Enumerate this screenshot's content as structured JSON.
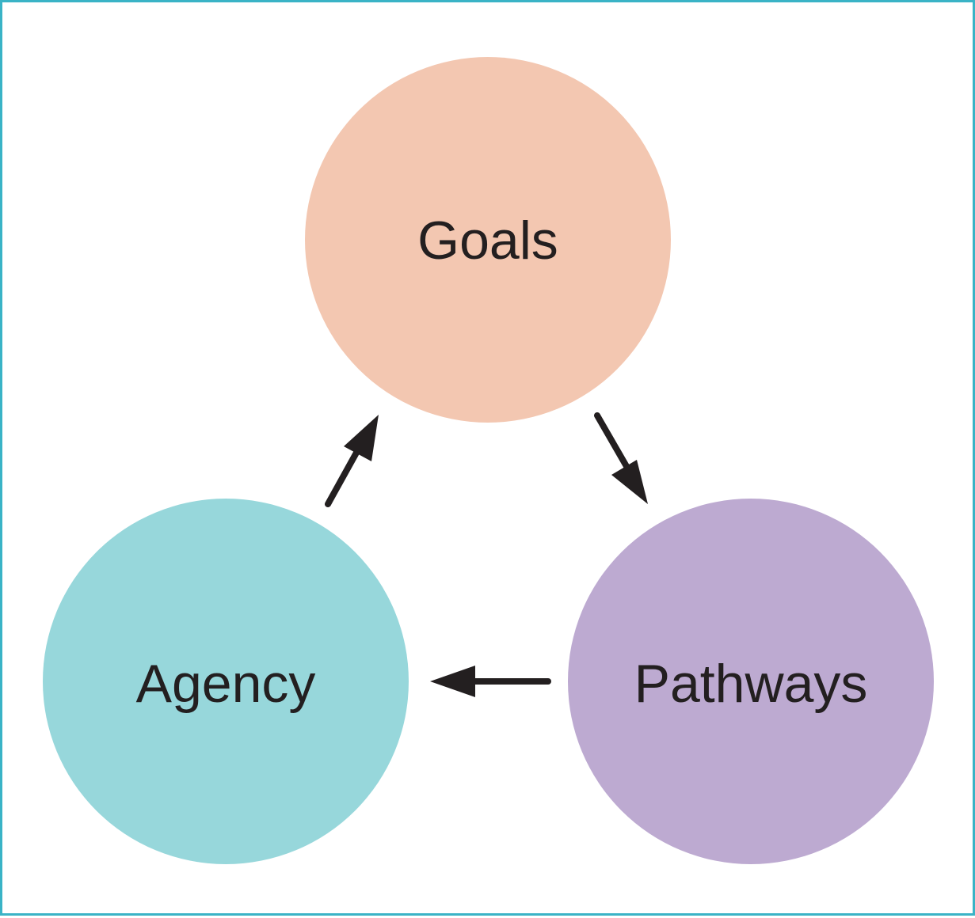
{
  "diagram": {
    "frame_color": "#3ab3c6",
    "arrow_color": "#231f20",
    "text_color": "#231f20",
    "nodes": [
      {
        "id": "goals",
        "label": "Goals",
        "color": "#f3c7b1"
      },
      {
        "id": "pathways",
        "label": "Pathways",
        "color": "#bdaad1"
      },
      {
        "id": "agency",
        "label": "Agency",
        "color": "#97d7db"
      }
    ],
    "edges": [
      {
        "from": "goals",
        "to": "pathways"
      },
      {
        "from": "pathways",
        "to": "agency"
      },
      {
        "from": "agency",
        "to": "goals"
      }
    ]
  }
}
